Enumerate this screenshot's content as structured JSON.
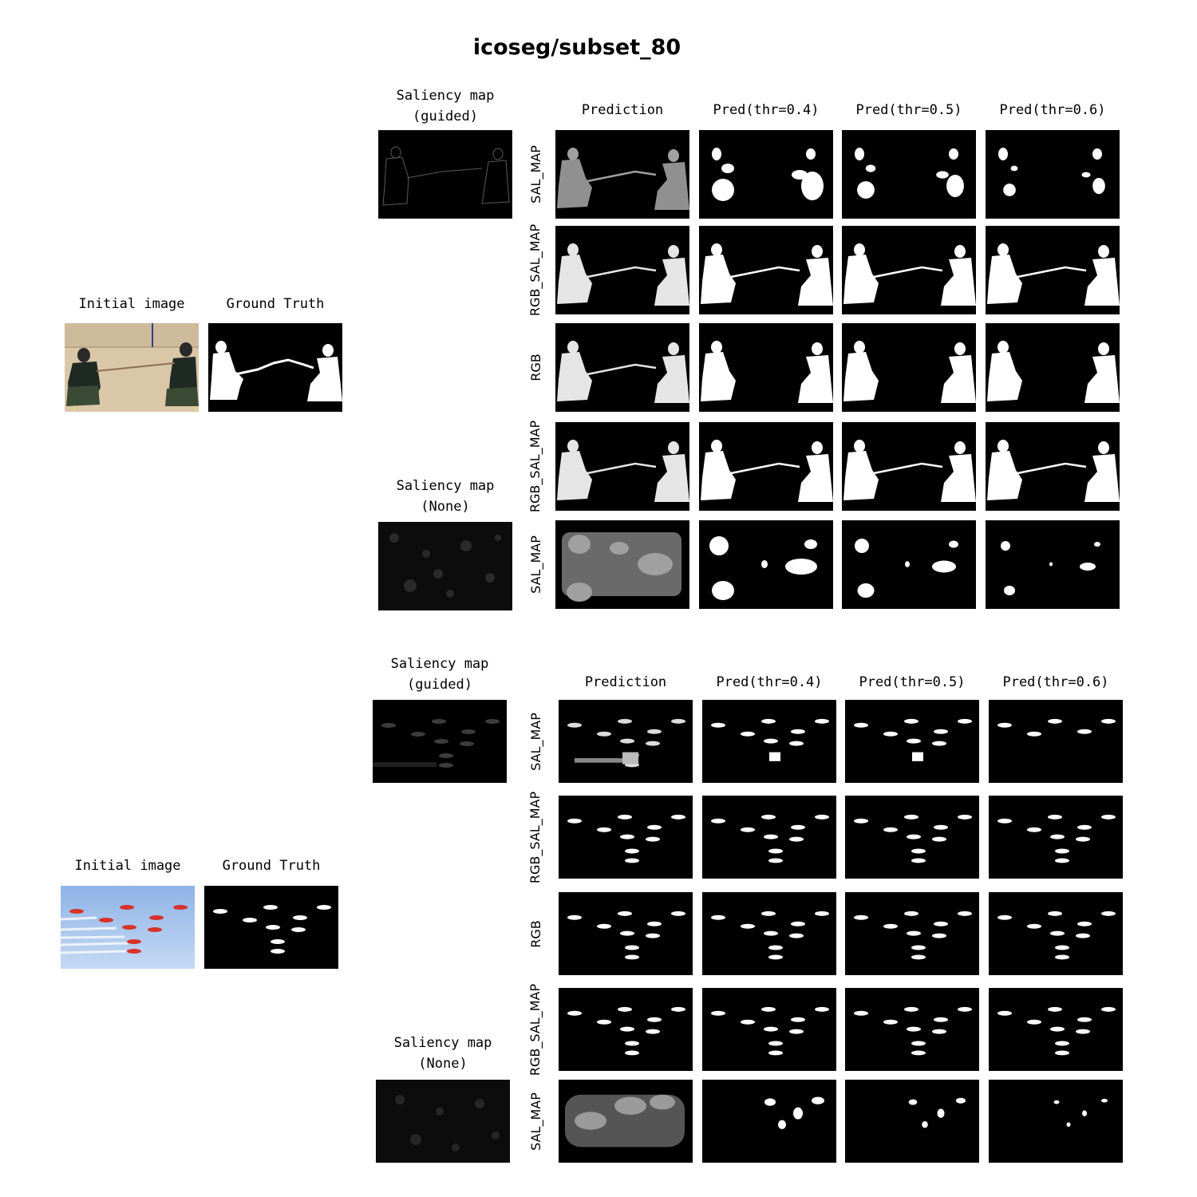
{
  "title": "icoseg/subset_80",
  "labels": {
    "initial_image": "Initial image",
    "ground_truth": "Ground Truth",
    "saliency_guided": "Saliency map\n(guided)",
    "saliency_none": "Saliency map\n(None)",
    "prediction": "Prediction",
    "pred_04": "Pred(thr=0.4)",
    "pred_05": "Pred(thr=0.5)",
    "pred_06": "Pred(thr=0.6)"
  },
  "row_labels": [
    "SAL_MAP",
    "RGB_SAL_MAP",
    "RGB",
    "RGB_SAL_MAP",
    "SAL_MAP"
  ]
}
